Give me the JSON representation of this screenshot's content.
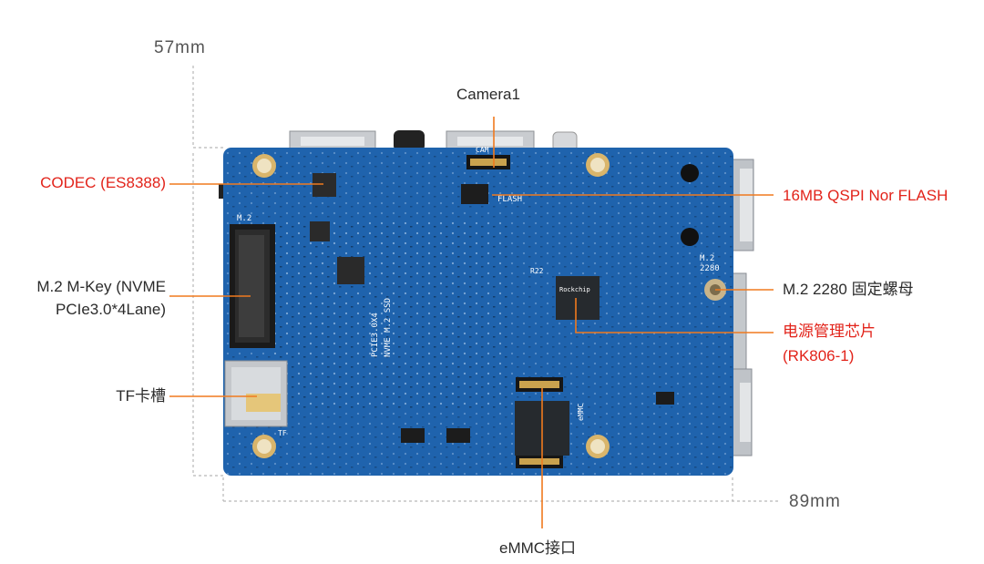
{
  "dimensions": {
    "width_label": "57mm",
    "length_label": "89mm"
  },
  "callouts": {
    "camera": "Camera1",
    "codec": "CODEC (ES8388)",
    "flash": "16MB QSPI Nor FLASH",
    "m2_line1": "M.2 M-Key (NVME",
    "m2_line2": "PCIe3.0*4Lane)",
    "nut": "M.2 2280 固定螺母",
    "pmic_line1": "电源管理芯片",
    "pmic_line2": "(RK806-1)",
    "tf": "TF卡槽",
    "emmc": "eMMC接口"
  },
  "silkscreen": {
    "cam": "CAM",
    "flash": "FLASH",
    "m2": "M.2",
    "m2_2280": "M.2",
    "size_2280": "2280",
    "pcie": "PCIE3.0X4",
    "nvme": "NVME M.2 SSD",
    "rockchip": "Rockchip",
    "r22": "R22",
    "emmc": "eMMC",
    "tf": "TF"
  },
  "colors": {
    "board": "#1f63ad",
    "callout_line": "#f07a1e",
    "red_label": "#e2231a",
    "dark_label": "#2b2b2b"
  }
}
